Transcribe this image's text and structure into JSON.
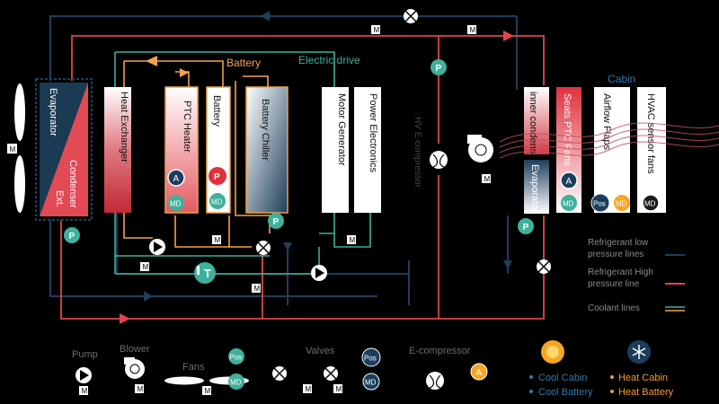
{
  "colors": {
    "background": "#000000",
    "low_pressure": "#1f3f5a",
    "high_pressure": "#e0454d",
    "coolant_green": "#3fb09a",
    "coolant_orange": "#f2a24a",
    "component_white": "#ffffff",
    "pump_teal": "#2f9f8a",
    "cabin_blue": "#2e7bb0",
    "heat_orange": "#f59a2a"
  },
  "components": {
    "evaporator": "Evaporator",
    "condenser_ext": "Condenser",
    "ext": "Ext.",
    "heat_exchanger": "Heat Exchanger",
    "ptc_heater": "PTC Heater",
    "battery": "Battery",
    "battery_chiller": "Battery Chiller",
    "motor_generator": "Motor Generator",
    "power_electronics": "Power Electronics",
    "hv_ecompressor": "HV E-compressor",
    "inner_condenser": "inner condenser",
    "cabin_evaporator": "Evaporator",
    "seats_ptc_fans": "Seats PTC Fans",
    "airflow_flaps": "Airflow Flaps",
    "hvac_sensor_fans": "HVAC sensor fans"
  },
  "group_labels": {
    "battery": "Battery",
    "electric_drive": "Electric drive",
    "cabin": "Cabin"
  },
  "markers": {
    "motor": "M",
    "pump": "P",
    "actuator": "A",
    "md": "MD",
    "pos": "Pos",
    "temp": "T"
  },
  "legend_lines": {
    "low": "Refrigerant low pressure lines",
    "high": "Refrigerant High pressure line",
    "coolant": "Coolant lines"
  },
  "legend_symbols": {
    "pump": "Pump",
    "blower": "Blower",
    "fans": "Fans",
    "valves": "Valves",
    "ecompressor": "E-compressor"
  },
  "modes": {
    "cool_cabin": "Cool Cabin",
    "cool_battery": "Cool Battery",
    "heat_cabin": "Heat Cabin",
    "heat_battery": "Heat Battery"
  }
}
